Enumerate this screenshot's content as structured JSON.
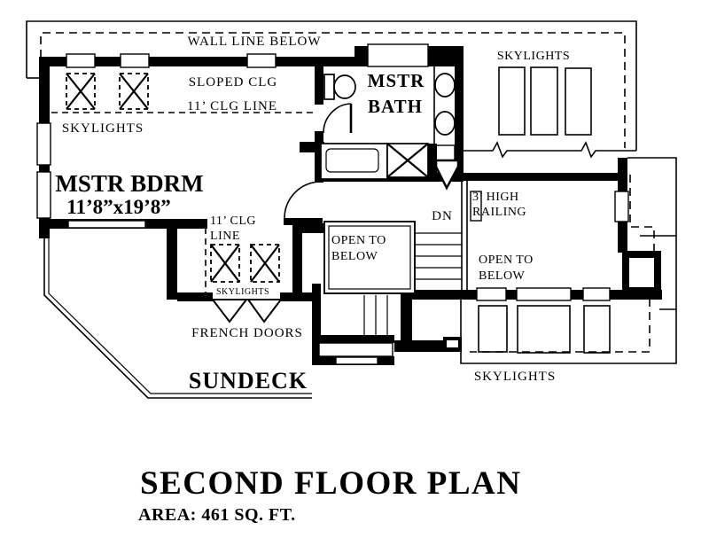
{
  "plan": {
    "labels": {
      "wall_line_below": "WALL LINE BELOW",
      "skylights_top_right": "SKYLIGHTS",
      "sloped_clg": "SLOPED CLG",
      "clg_line_11": "11’ CLG LINE",
      "skylights_left": "SKYLIGHTS",
      "mstr_bath_1": "MSTR",
      "mstr_bath_2": "BATH",
      "mstr_bdrm": "MSTR BDRM",
      "mstr_bdrm_dims": "11’8”x19’8”",
      "clg_mid_1": "11’ CLG",
      "clg_mid_2": "LINE",
      "railing_1": "3’ HIGH",
      "railing_2": "RAILING",
      "dn": "DN",
      "open_mid_1": "OPEN TO",
      "open_mid_2": "BELOW",
      "open_right_1": "OPEN TO",
      "open_right_2": "BELOW",
      "skylights_alcove": "SKYLIGHTS",
      "french_doors": "FRENCH DOORS",
      "sundeck": "SUNDECK",
      "skylights_bottom_right": "SKYLIGHTS"
    },
    "title": "SECOND FLOOR PLAN",
    "area_label": "AREA: 461 SQ. FT.",
    "colors": {
      "ink": "#000000",
      "paper": "#ffffff"
    }
  }
}
